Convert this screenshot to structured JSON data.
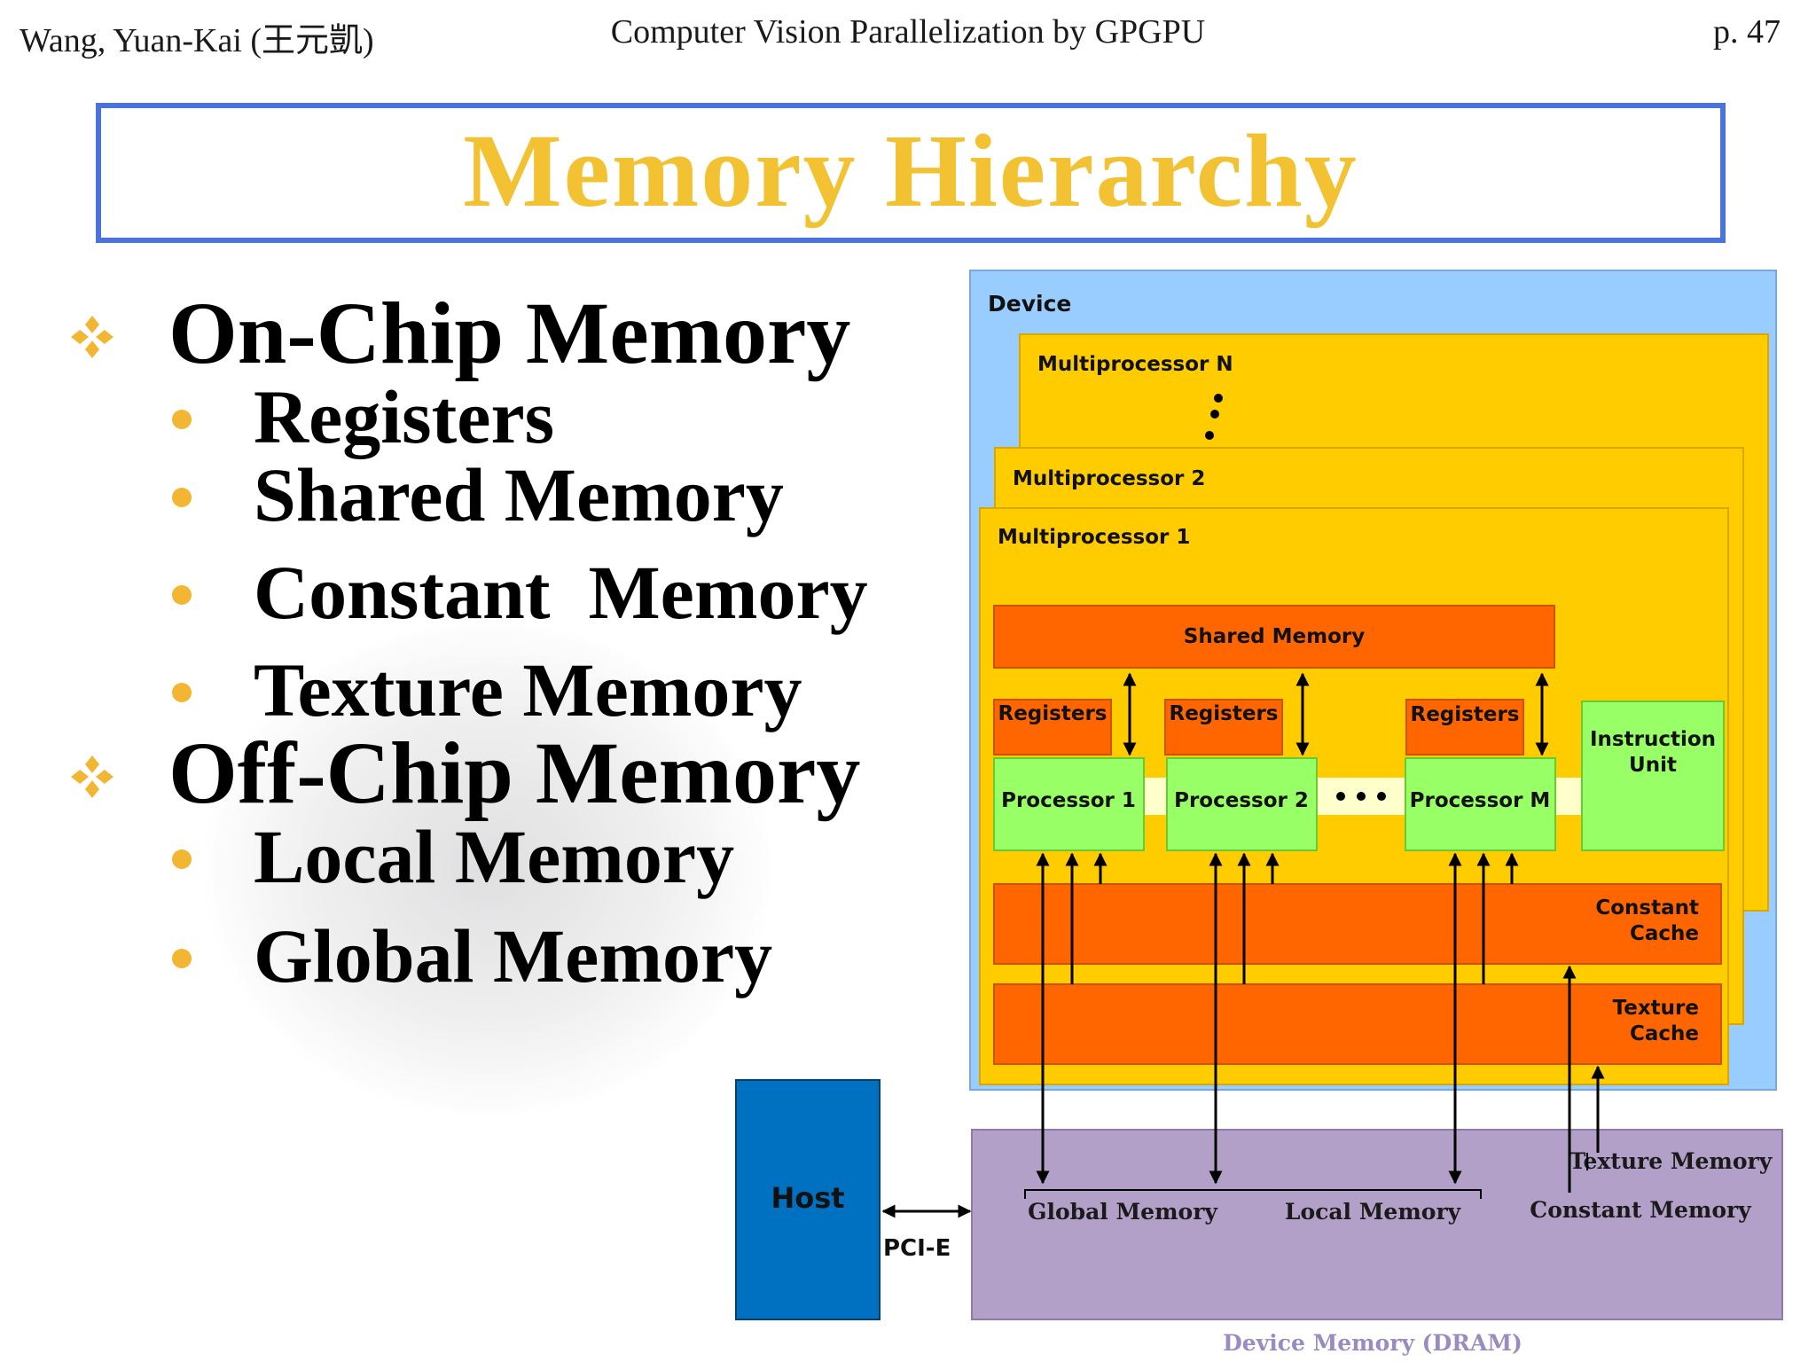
{
  "header": {
    "author": "Wang, Yuan-Kai (王元凱)",
    "course": "Computer Vision Parallelization by GPGPU",
    "page": "p. 47"
  },
  "title": "Memory Hierarchy",
  "bullets": {
    "on_chip": {
      "heading": "On-Chip Memory",
      "items": [
        "Registers",
        "Shared Memory",
        "Constant  Memory",
        "Texture Memory"
      ]
    },
    "off_chip": {
      "heading": "Off-Chip Memory",
      "items": [
        "Local Memory",
        "Global Memory"
      ]
    }
  },
  "diagram": {
    "device": "Device",
    "multiprocessors": [
      "Multiprocessor N",
      "Multiprocessor 2",
      "Multiprocessor 1"
    ],
    "shared_memory": "Shared Memory",
    "registers": [
      "Registers",
      "Registers",
      "Registers"
    ],
    "processors": [
      "Processor 1",
      "Processor 2",
      "Processor M"
    ],
    "instruction_unit": [
      "Instruction",
      "Unit"
    ],
    "constant_cache": [
      "Constant",
      "Cache"
    ],
    "texture_cache": [
      "Texture",
      "Cache"
    ],
    "host": "Host",
    "pcie": "PCI-E",
    "global_memory": "Global Memory",
    "local_memory": "Local Memory",
    "texture_memory": "Texture Memory",
    "constant_memory": "Constant Memory",
    "device_memory": "Device Memory (DRAM)",
    "colors": {
      "device_bg": "#99ccff",
      "multiprocessor": "#ffcc00",
      "memory_bar": "#ff6600",
      "processor": "#99ff66",
      "host": "#0070c0",
      "dram": "#b3a0c8",
      "title": "#f2c232",
      "title_border": "#4a74dc",
      "bullet_accent": "#f2b632"
    }
  }
}
